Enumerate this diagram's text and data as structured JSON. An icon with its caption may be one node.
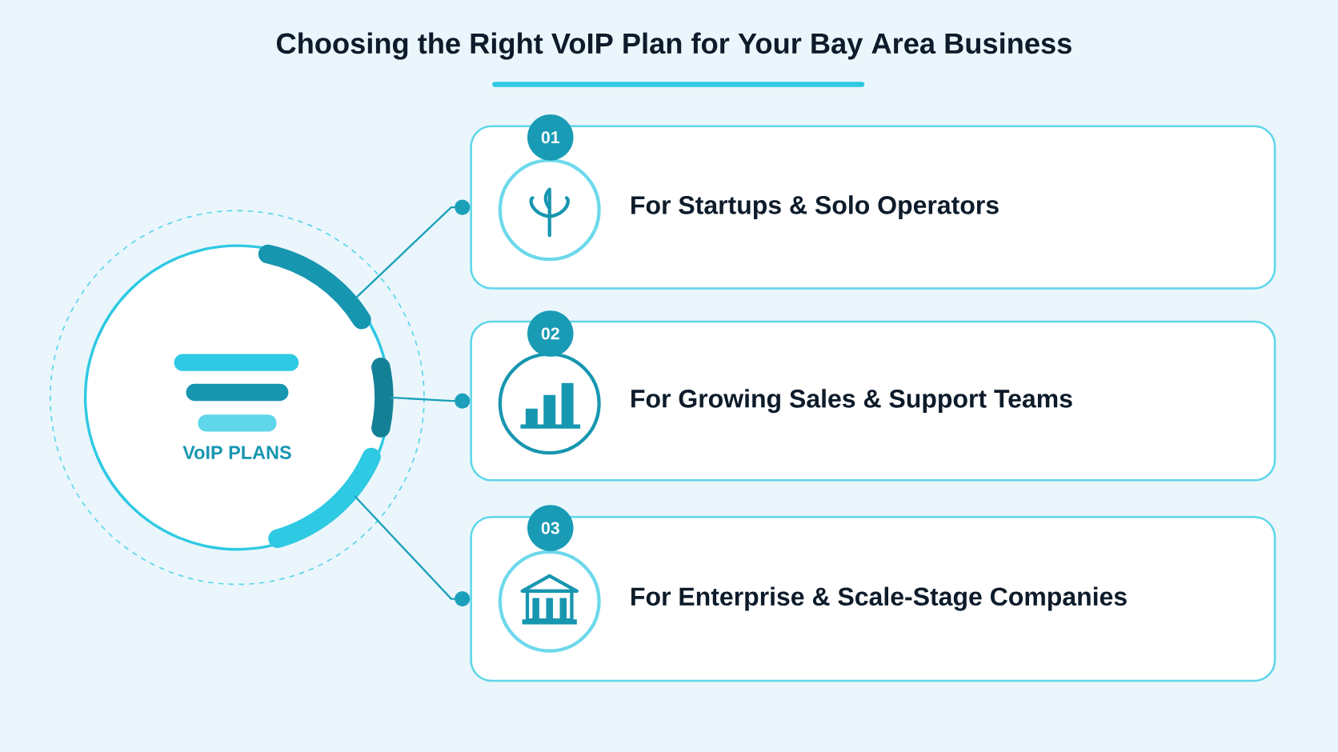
{
  "diagram": {
    "title": "Choosing the Right VoIP Plan for Your Bay Area Business",
    "nodes": [
      {
        "text": [
          "VoIP PLANS"
        ]
      },
      {
        "text": [
          "01"
        ]
      },
      {
        "text": [
          "For Startups & Solo Operators"
        ]
      },
      {
        "text": [
          "02"
        ]
      },
      {
        "text": [
          "For Growing Sales & Support Teams"
        ]
      },
      {
        "text": [
          "03"
        ]
      },
      {
        "text": [
          "For Enterprise & Scale-Stage Companies"
        ]
      }
    ],
    "edges": [
      {
        "from": 0,
        "to": 2,
        "arrow": "other"
      },
      {
        "from": 0,
        "to": 4,
        "arrow": "other"
      },
      {
        "from": 0,
        "to": 6,
        "arrow": "other"
      }
    ]
  }
}
